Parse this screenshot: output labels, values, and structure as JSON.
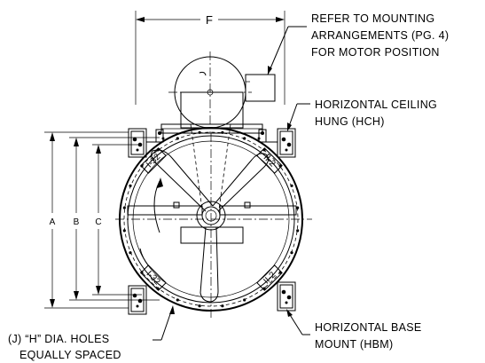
{
  "callouts": {
    "motor_note": [
      "REFER TO MOUNTING",
      "ARRANGEMENTS (PG. 4)",
      "FOR MOTOR POSITION"
    ],
    "hch_note": [
      "HORIZONTAL CEILING",
      "HUNG (HCH)"
    ],
    "hbm_note": [
      "HORIZONTAL BASE",
      "MOUNT (HBM)"
    ],
    "holes_note": [
      "(J) “H” DIA. HOLES",
      "EQUALLY SPACED"
    ]
  },
  "dimensions": {
    "F": "F",
    "A": "A",
    "B": "B",
    "C": "C"
  },
  "bracket_marks": [
    "I-32",
    "II-2",
    "I-32",
    "II-2"
  ]
}
